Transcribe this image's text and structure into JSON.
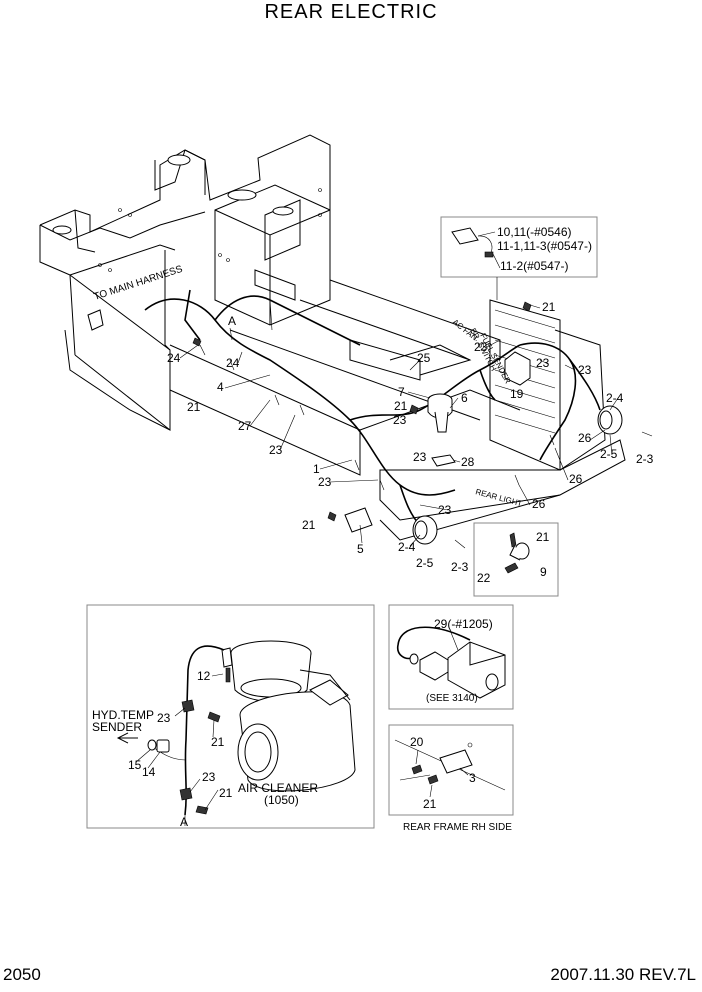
{
  "title": "REAR ELECTRIC",
  "footer": {
    "page": "2050",
    "revision": "2007.11.30  REV.7L"
  },
  "frame_labels": {
    "to_main_harness": "TO MAIN HARNESS",
    "ac_fan": "AC FAN",
    "br_switch": "BR. SWITCH",
    "fuel_sender": "FUEL SENDER",
    "rear_light": "REAR LIGHT"
  },
  "callouts": {
    "c10_11": "10,11(-#0546)",
    "c11_1": "11-1,11-3(#0547-)",
    "c11_2": "11-2(#0547-)",
    "c21a": "21",
    "c23a": "23",
    "c23b": "23",
    "c2_4a": "2-4",
    "c19": "19",
    "c26a": "26",
    "c2_5a": "2-5",
    "c2_3a": "2-3",
    "c25": "25",
    "c7": "7",
    "c21b": "21",
    "c23c": "23",
    "c6": "6",
    "c24a": "24",
    "c24b": "24",
    "c21c": "21",
    "c4": "4",
    "c27": "27",
    "c23d": "23",
    "c23e": "23",
    "c28": "28",
    "c1": "1",
    "c23f": "23",
    "c26b": "26",
    "c26c": "26",
    "c21d": "21",
    "c23g": "23",
    "c5": "5",
    "c2_4b": "2-4",
    "c2_5b": "2-5",
    "c2_3b": "2-3",
    "c21e": "21",
    "c22": "22",
    "c9": "9",
    "cA": "A"
  },
  "air_cleaner_panel": {
    "hyd_temp_sender_line1": "HYD.TEMP",
    "hyd_temp_sender_line2": "SENDER",
    "c12": "12",
    "c23a": "23",
    "c21a": "21",
    "c15": "15",
    "c14": "14",
    "c23b": "23",
    "c21b": "21",
    "cA": "A",
    "air_cleaner_line1": "AIR CLEANER",
    "air_cleaner_line2": "(1050)"
  },
  "panel_29": {
    "c29": "29(-#1205)",
    "see_ref": "(SEE 3140)"
  },
  "rear_frame_panel": {
    "c20": "20",
    "c3": "3",
    "c21": "21",
    "caption": "REAR FRAME RH SIDE"
  }
}
